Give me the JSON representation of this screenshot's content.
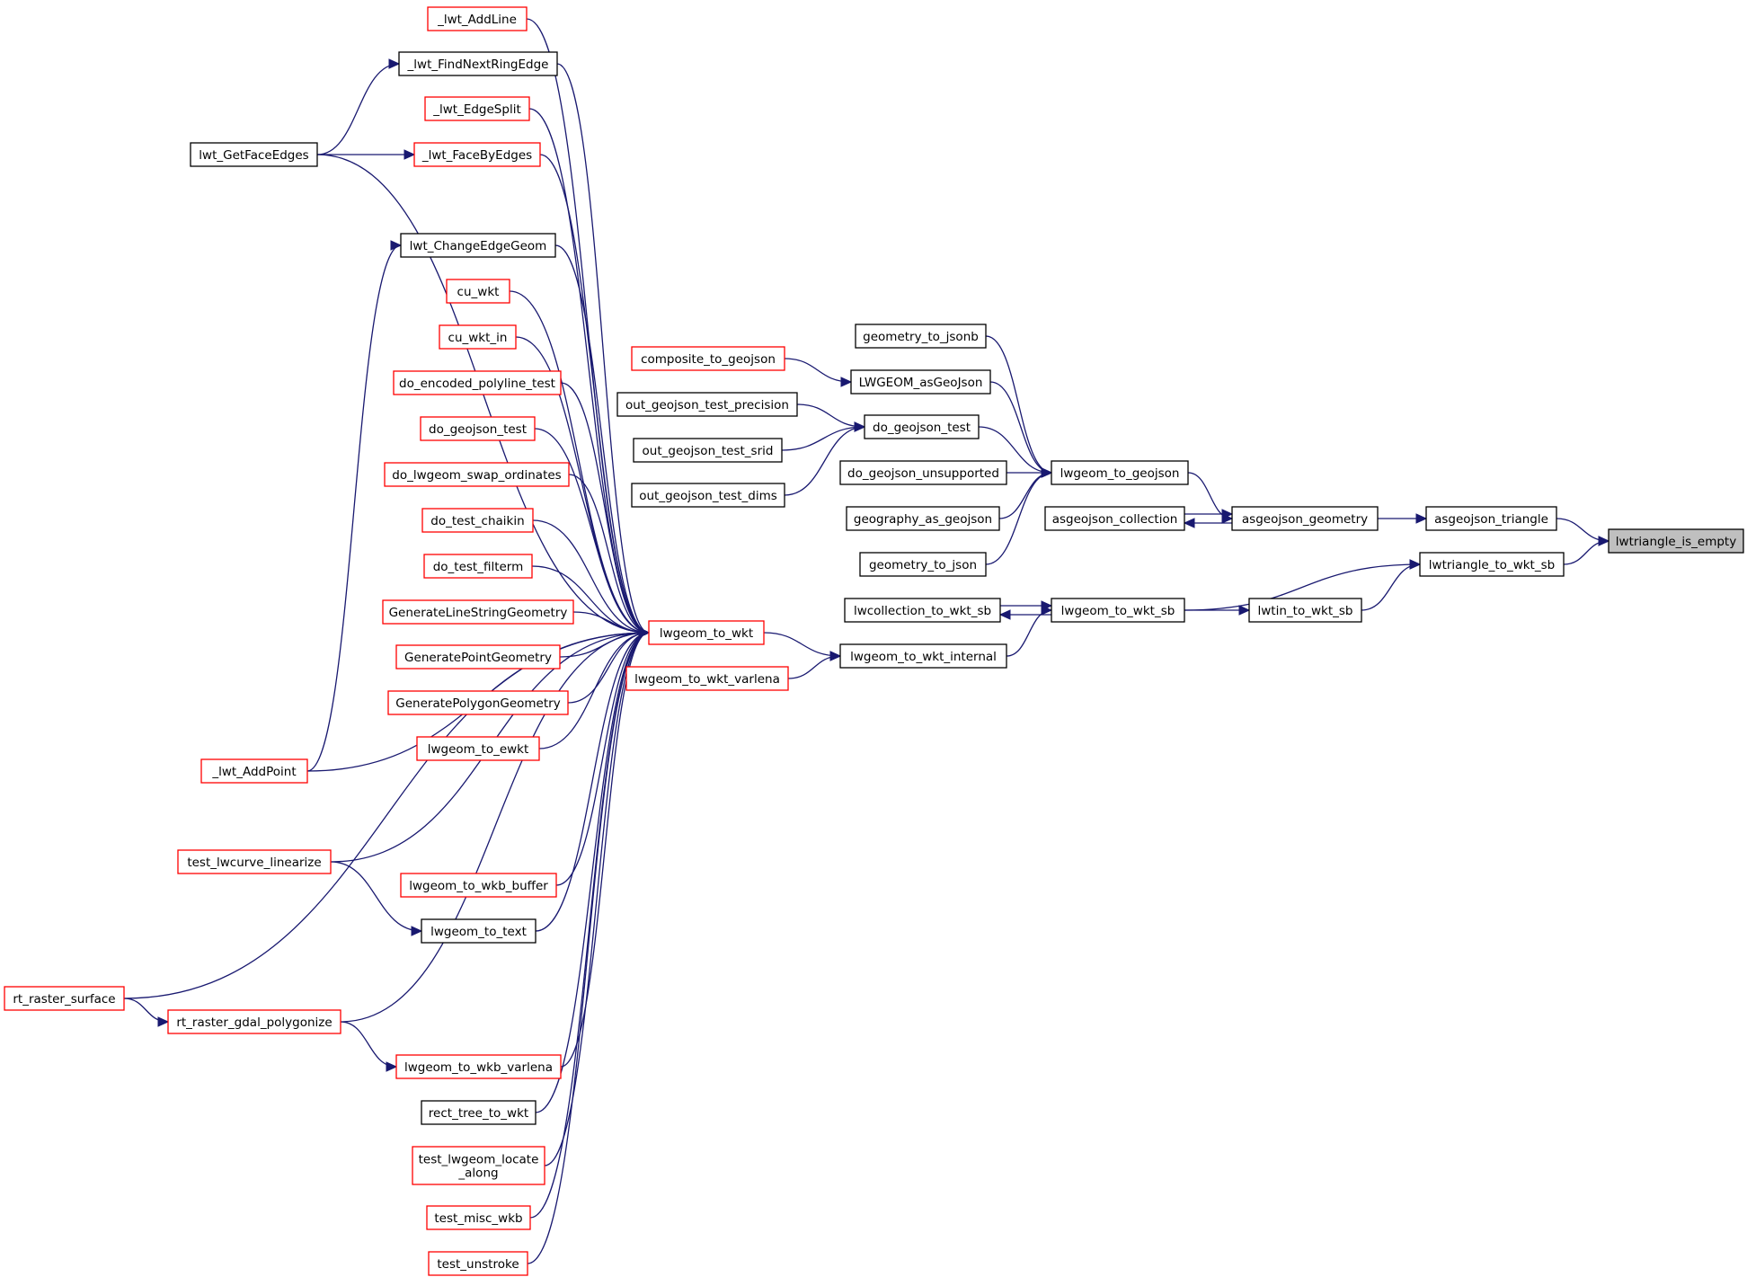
{
  "graph": {
    "focus": "lwtriangle_is_empty",
    "colors": {
      "edge": "#191970",
      "border_default": "#000000",
      "border_truncated": "#ff0000",
      "focus_fill": "#bfbfbf"
    },
    "nodes": [
      {
        "id": "lwtriangle_is_empty",
        "label": "lwtriangle_is_empty",
        "border": "black"
      },
      {
        "id": "asgeojson_triangle",
        "label": "asgeojson_triangle",
        "border": "black"
      },
      {
        "id": "lwtriangle_to_wkt_sb",
        "label": "lwtriangle_to_wkt_sb",
        "border": "black"
      },
      {
        "id": "asgeojson_geometry",
        "label": "asgeojson_geometry",
        "border": "black"
      },
      {
        "id": "lwtin_to_wkt_sb",
        "label": "lwtin_to_wkt_sb",
        "border": "black"
      },
      {
        "id": "lwgeom_to_geojson",
        "label": "lwgeom_to_geojson",
        "border": "black"
      },
      {
        "id": "asgeojson_collection",
        "label": "asgeojson_collection",
        "border": "black"
      },
      {
        "id": "lwgeom_to_wkt_sb",
        "label": "lwgeom_to_wkt_sb",
        "border": "black"
      },
      {
        "id": "geometry_to_jsonb",
        "label": "geometry_to_jsonb",
        "border": "black"
      },
      {
        "id": "LWGEOM_asGeoJson",
        "label": "LWGEOM_asGeoJson",
        "border": "black"
      },
      {
        "id": "do_geojson_test_r",
        "label": "do_geojson_test",
        "border": "black"
      },
      {
        "id": "do_geojson_unsupported",
        "label": "do_geojson_unsupported",
        "border": "black"
      },
      {
        "id": "geography_as_geojson",
        "label": "geography_as_geojson",
        "border": "black"
      },
      {
        "id": "geometry_to_json",
        "label": "geometry_to_json",
        "border": "black"
      },
      {
        "id": "lwcollection_to_wkt_sb",
        "label": "lwcollection_to_wkt_sb",
        "border": "black"
      },
      {
        "id": "lwgeom_to_wkt_internal",
        "label": "lwgeom_to_wkt_internal",
        "border": "black"
      },
      {
        "id": "composite_to_geojson",
        "label": "composite_to_geojson",
        "border": "red"
      },
      {
        "id": "out_geojson_test_precision",
        "label": "out_geojson_test_precision",
        "border": "black"
      },
      {
        "id": "out_geojson_test_srid",
        "label": "out_geojson_test_srid",
        "border": "black"
      },
      {
        "id": "out_geojson_test_dims",
        "label": "out_geojson_test_dims",
        "border": "black"
      },
      {
        "id": "lwgeom_to_wkt",
        "label": "lwgeom_to_wkt",
        "border": "red"
      },
      {
        "id": "lwgeom_to_wkt_varlena",
        "label": "lwgeom_to_wkt_varlena",
        "border": "red"
      },
      {
        "id": "_lwt_AddLine",
        "label": "_lwt_AddLine",
        "border": "red"
      },
      {
        "id": "_lwt_FindNextRingEdge",
        "label": "_lwt_FindNextRingEdge",
        "border": "black"
      },
      {
        "id": "_lwt_EdgeSplit",
        "label": "_lwt_EdgeSplit",
        "border": "red"
      },
      {
        "id": "_lwt_FaceByEdges",
        "label": "_lwt_FaceByEdges",
        "border": "red"
      },
      {
        "id": "lwt_ChangeEdgeGeom",
        "label": "lwt_ChangeEdgeGeom",
        "border": "black"
      },
      {
        "id": "cu_wkt",
        "label": "cu_wkt",
        "border": "red"
      },
      {
        "id": "cu_wkt_in",
        "label": "cu_wkt_in",
        "border": "red"
      },
      {
        "id": "do_encoded_polyline_test",
        "label": "do_encoded_polyline_test",
        "border": "red"
      },
      {
        "id": "do_geojson_test_l",
        "label": "do_geojson_test",
        "border": "red"
      },
      {
        "id": "do_lwgeom_swap_ordinates",
        "label": "do_lwgeom_swap_ordinates",
        "border": "red"
      },
      {
        "id": "do_test_chaikin",
        "label": "do_test_chaikin",
        "border": "red"
      },
      {
        "id": "do_test_filterm",
        "label": "do_test_filterm",
        "border": "red"
      },
      {
        "id": "GenerateLineStringGeometry",
        "label": "GenerateLineStringGeometry",
        "border": "red"
      },
      {
        "id": "GeneratePointGeometry",
        "label": "GeneratePointGeometry",
        "border": "red"
      },
      {
        "id": "GeneratePolygonGeometry",
        "label": "GeneratePolygonGeometry",
        "border": "red"
      },
      {
        "id": "lwgeom_to_ewkt",
        "label": "lwgeom_to_ewkt",
        "border": "red"
      },
      {
        "id": "lwgeom_to_wkb_buffer",
        "label": "lwgeom_to_wkb_buffer",
        "border": "red"
      },
      {
        "id": "lwgeom_to_text",
        "label": "lwgeom_to_text",
        "border": "black"
      },
      {
        "id": "lwgeom_to_wkb_varlena",
        "label": "lwgeom_to_wkb_varlena",
        "border": "red"
      },
      {
        "id": "rect_tree_to_wkt",
        "label": "rect_tree_to_wkt",
        "border": "black"
      },
      {
        "id": "test_lwgeom_locate_along",
        "label": "test_lwgeom_locate\n_along",
        "border": "red"
      },
      {
        "id": "test_misc_wkb",
        "label": "test_misc_wkb",
        "border": "red"
      },
      {
        "id": "test_unstroke",
        "label": "test_unstroke",
        "border": "red"
      },
      {
        "id": "lwt_GetFaceEdges",
        "label": "lwt_GetFaceEdges",
        "border": "black"
      },
      {
        "id": "_lwt_AddPoint",
        "label": "_lwt_AddPoint",
        "border": "red"
      },
      {
        "id": "test_lwcurve_linearize",
        "label": "test_lwcurve_linearize",
        "border": "red"
      },
      {
        "id": "rt_raster_surface",
        "label": "rt_raster_surface",
        "border": "red"
      },
      {
        "id": "rt_raster_gdal_polygonize",
        "label": "rt_raster_gdal_polygonize",
        "border": "red"
      }
    ],
    "edges": [
      {
        "from": "asgeojson_triangle",
        "to": "lwtriangle_is_empty"
      },
      {
        "from": "lwtriangle_to_wkt_sb",
        "to": "lwtriangle_is_empty"
      },
      {
        "from": "asgeojson_geometry",
        "to": "asgeojson_triangle"
      },
      {
        "from": "lwtin_to_wkt_sb",
        "to": "lwtriangle_to_wkt_sb"
      },
      {
        "from": "lwgeom_to_wkt_sb",
        "to": "lwtriangle_to_wkt_sb"
      },
      {
        "from": "lwgeom_to_geojson",
        "to": "asgeojson_geometry"
      },
      {
        "from": "asgeojson_collection",
        "to": "asgeojson_geometry"
      },
      {
        "from": "asgeojson_geometry",
        "to": "asgeojson_collection"
      },
      {
        "from": "lwgeom_to_wkt_sb",
        "to": "lwtin_to_wkt_sb"
      },
      {
        "from": "lwcollection_to_wkt_sb",
        "to": "lwgeom_to_wkt_sb"
      },
      {
        "from": "lwgeom_to_wkt_sb",
        "to": "lwcollection_to_wkt_sb"
      },
      {
        "from": "lwgeom_to_wkt_internal",
        "to": "lwgeom_to_wkt_sb"
      },
      {
        "from": "geometry_to_jsonb",
        "to": "lwgeom_to_geojson"
      },
      {
        "from": "LWGEOM_asGeoJson",
        "to": "lwgeom_to_geojson"
      },
      {
        "from": "do_geojson_test_r",
        "to": "lwgeom_to_geojson"
      },
      {
        "from": "do_geojson_unsupported",
        "to": "lwgeom_to_geojson"
      },
      {
        "from": "geography_as_geojson",
        "to": "lwgeom_to_geojson"
      },
      {
        "from": "geometry_to_json",
        "to": "lwgeom_to_geojson"
      },
      {
        "from": "composite_to_geojson",
        "to": "LWGEOM_asGeoJson"
      },
      {
        "from": "out_geojson_test_precision",
        "to": "do_geojson_test_r"
      },
      {
        "from": "out_geojson_test_srid",
        "to": "do_geojson_test_r"
      },
      {
        "from": "out_geojson_test_dims",
        "to": "do_geojson_test_r"
      },
      {
        "from": "lwgeom_to_wkt",
        "to": "lwgeom_to_wkt_internal"
      },
      {
        "from": "lwgeom_to_wkt_varlena",
        "to": "lwgeom_to_wkt_internal"
      },
      {
        "from": "_lwt_AddLine",
        "to": "lwgeom_to_wkt"
      },
      {
        "from": "_lwt_FindNextRingEdge",
        "to": "lwgeom_to_wkt"
      },
      {
        "from": "_lwt_EdgeSplit",
        "to": "lwgeom_to_wkt"
      },
      {
        "from": "_lwt_FaceByEdges",
        "to": "lwgeom_to_wkt"
      },
      {
        "from": "lwt_ChangeEdgeGeom",
        "to": "lwgeom_to_wkt"
      },
      {
        "from": "cu_wkt",
        "to": "lwgeom_to_wkt"
      },
      {
        "from": "cu_wkt_in",
        "to": "lwgeom_to_wkt"
      },
      {
        "from": "do_encoded_polyline_test",
        "to": "lwgeom_to_wkt"
      },
      {
        "from": "do_geojson_test_l",
        "to": "lwgeom_to_wkt"
      },
      {
        "from": "do_lwgeom_swap_ordinates",
        "to": "lwgeom_to_wkt"
      },
      {
        "from": "do_test_chaikin",
        "to": "lwgeom_to_wkt"
      },
      {
        "from": "do_test_filterm",
        "to": "lwgeom_to_wkt"
      },
      {
        "from": "GenerateLineStringGeometry",
        "to": "lwgeom_to_wkt"
      },
      {
        "from": "GeneratePointGeometry",
        "to": "lwgeom_to_wkt"
      },
      {
        "from": "GeneratePolygonGeometry",
        "to": "lwgeom_to_wkt"
      },
      {
        "from": "lwgeom_to_ewkt",
        "to": "lwgeom_to_wkt"
      },
      {
        "from": "lwgeom_to_wkb_buffer",
        "to": "lwgeom_to_wkt"
      },
      {
        "from": "lwgeom_to_text",
        "to": "lwgeom_to_wkt"
      },
      {
        "from": "lwgeom_to_wkb_varlena",
        "to": "lwgeom_to_wkt"
      },
      {
        "from": "rect_tree_to_wkt",
        "to": "lwgeom_to_wkt"
      },
      {
        "from": "test_lwgeom_locate_along",
        "to": "lwgeom_to_wkt"
      },
      {
        "from": "test_misc_wkb",
        "to": "lwgeom_to_wkt"
      },
      {
        "from": "test_unstroke",
        "to": "lwgeom_to_wkt"
      },
      {
        "from": "lwt_GetFaceEdges",
        "to": "lwgeom_to_wkt"
      },
      {
        "from": "_lwt_AddPoint",
        "to": "lwgeom_to_wkt"
      },
      {
        "from": "test_lwcurve_linearize",
        "to": "lwgeom_to_wkt"
      },
      {
        "from": "rt_raster_surface",
        "to": "lwgeom_to_wkt"
      },
      {
        "from": "rt_raster_gdal_polygonize",
        "to": "lwgeom_to_wkt"
      },
      {
        "from": "lwt_GetFaceEdges",
        "to": "_lwt_FindNextRingEdge"
      },
      {
        "from": "lwt_GetFaceEdges",
        "to": "_lwt_FaceByEdges"
      },
      {
        "from": "_lwt_AddPoint",
        "to": "lwt_ChangeEdgeGeom"
      },
      {
        "from": "test_lwcurve_linearize",
        "to": "lwgeom_to_text"
      },
      {
        "from": "rt_raster_surface",
        "to": "rt_raster_gdal_polygonize"
      },
      {
        "from": "rt_raster_gdal_polygonize",
        "to": "lwgeom_to_wkb_varlena"
      }
    ]
  }
}
